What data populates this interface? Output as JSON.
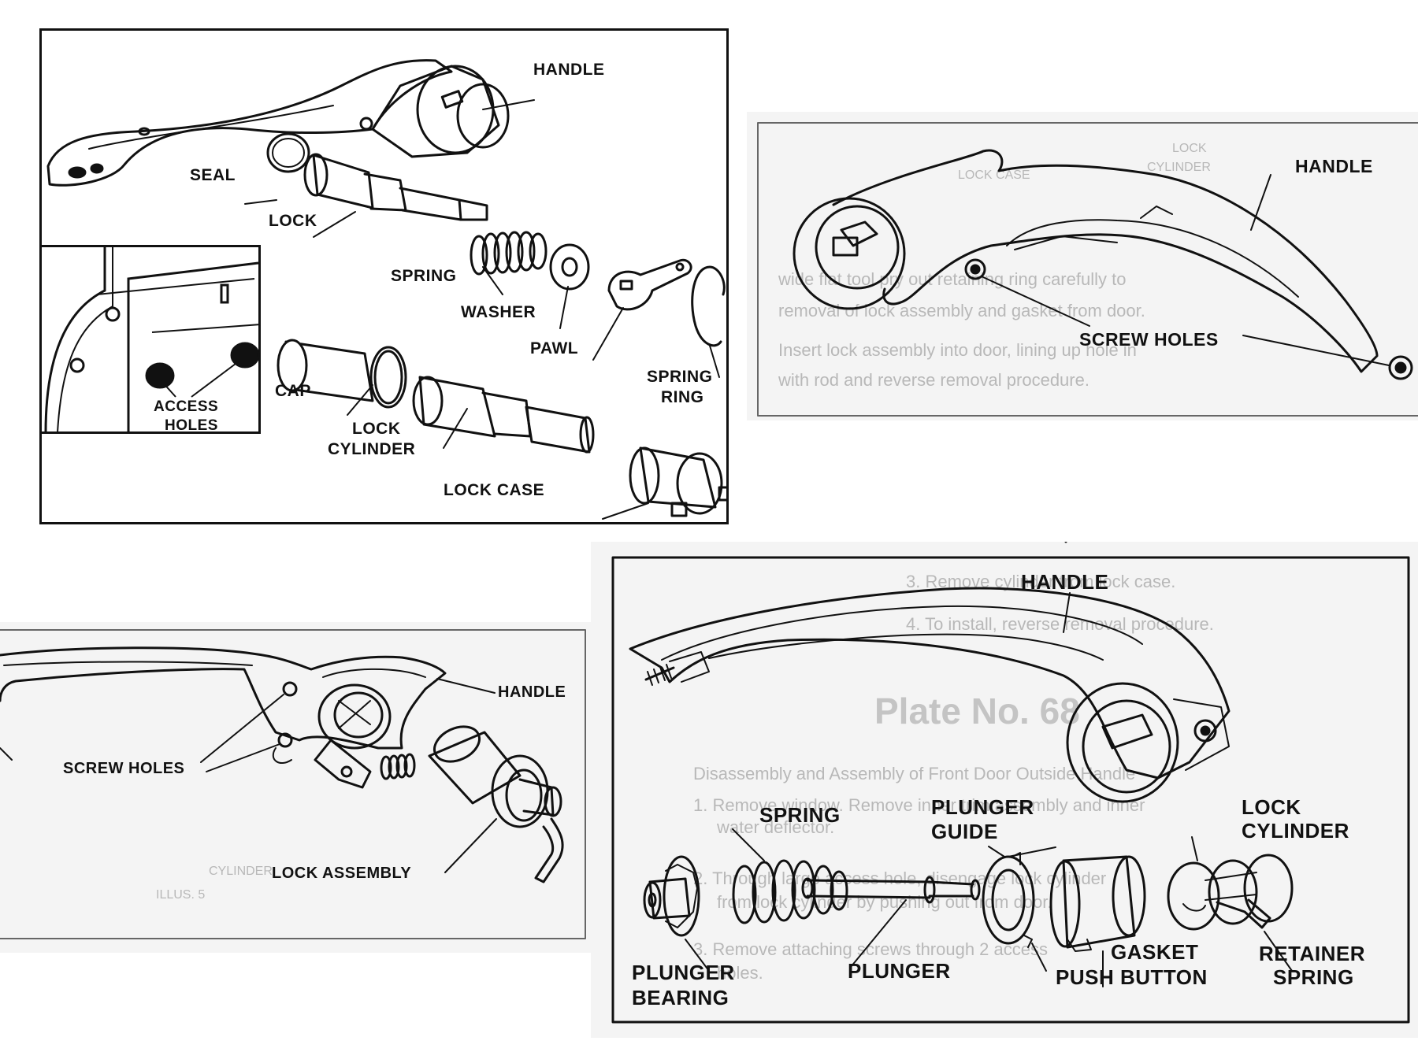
{
  "panels": {
    "p1": {
      "labels": {
        "handle": "HANDLE",
        "seal": "SEAL",
        "lock": "LOCK",
        "spring": "SPRING",
        "washer": "WASHER",
        "pawl": "PAWL",
        "spring_ring_1": "SPRING",
        "spring_ring_2": "RING",
        "cap": "CAP",
        "lock_cylinder_1": "LOCK",
        "lock_cylinder_2": "CYLINDER",
        "lock_case": "LOCK CASE",
        "access_holes_1": "ACCESS",
        "access_holes_2": "HOLES"
      }
    },
    "p2": {
      "labels": {
        "handle": "HANDLE",
        "screw_holes": "SCREW HOLES"
      },
      "ghost_text": {
        "lock": "LOCK",
        "cylinder": "CYLINDER",
        "lock_case": "LOCK CASE",
        "line1": "wide flat tool pry out retaining ring carefully to",
        "line2": "removal of lock assembly and gasket from door.",
        "line3": "Insert lock assembly into door, lining up hole in",
        "line4": "with rod and reverse removal procedure."
      }
    },
    "p3": {
      "labels": {
        "handle": "HANDLE",
        "screw_holes": "SCREW HOLES",
        "lock_assembly": "LOCK ASSEMBLY"
      },
      "ghost_text": {
        "cylinder": "CYLINDER",
        "illus": "ILLUS. 5"
      }
    },
    "p4": {
      "labels": {
        "handle": "HANDLE",
        "spring": "SPRING",
        "plunger_guide_1": "PLUNGER",
        "plunger_guide_2": "GUIDE",
        "lock_cylinder_1": "LOCK",
        "lock_cylinder_2": "CYLINDER",
        "plunger_bearing_1": "PLUNGER",
        "plunger_bearing_2": "BEARING",
        "plunger": "PLUNGER",
        "gasket": "GASKET",
        "push_button": "PUSH BUTTON",
        "retainer_spring_1": "RETAINER",
        "retainer_spring_2": "SPRING"
      },
      "ghost_text": {
        "step3": "3.  Remove cylinder from lock case.",
        "step4": "4.  To install, reverse removal procedure.",
        "plate": "Plate No. 68",
        "heading": "Disassembly and Assembly of Front Door Outside Handle",
        "s1a": "1.  Remove window. Remove inner trim assembly and inner",
        "s1b": "water deflector.",
        "s2a": "2.  Through large access hole, disengage lock cylinder",
        "s2b": "from lock cylinder by pushing out from door.",
        "s3": "3.  Remove attaching screws through 2 access",
        "s3b": "holes."
      }
    }
  }
}
